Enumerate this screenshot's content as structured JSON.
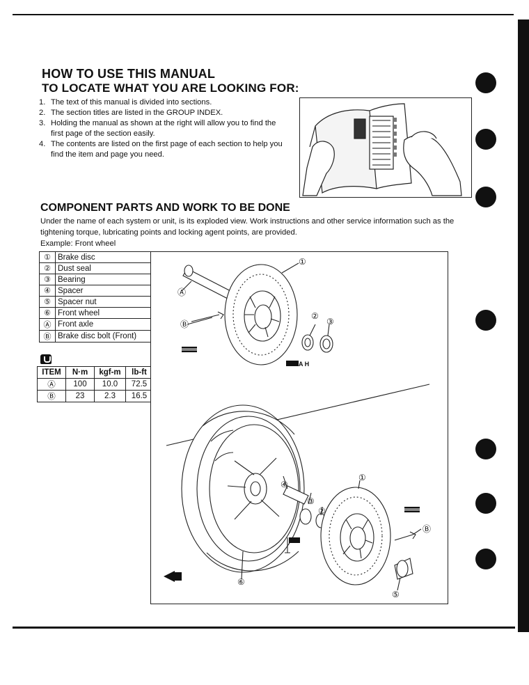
{
  "header": {
    "title": "HOW TO USE THIS MANUAL",
    "subtitle": "TO LOCATE WHAT YOU ARE LOOKING FOR:"
  },
  "steps": [
    {
      "num": "1.",
      "text": "The text of this manual is divided into sections."
    },
    {
      "num": "2.",
      "text": "The section titles are listed in the GROUP INDEX."
    },
    {
      "num": "3.",
      "text": "Holding the manual as shown at the right will allow you to find the first page of the section easily."
    },
    {
      "num": "4.",
      "text": "The contents are listed on the first page of each section to help you find the item and page you need."
    }
  ],
  "component_section": {
    "title": "COMPONENT PARTS AND WORK TO BE DONE",
    "intro": "Under the name of each system or unit, is its exploded view. Work instructions and other service information such as the tightening torque, lubricating points and locking agent points, are provided.",
    "example": "Example: Front wheel"
  },
  "legend": [
    {
      "sym": "①",
      "label": "Brake disc"
    },
    {
      "sym": "②",
      "label": "Dust seal"
    },
    {
      "sym": "③",
      "label": "Bearing"
    },
    {
      "sym": "④",
      "label": "Spacer"
    },
    {
      "sym": "⑤",
      "label": "Spacer nut"
    },
    {
      "sym": "⑥",
      "label": "Front wheel"
    },
    {
      "sym": "Ⓐ",
      "label": "Front axle"
    },
    {
      "sym": "Ⓑ",
      "label": "Brake disc bolt (Front)"
    }
  ],
  "torque_table": {
    "headers": [
      "ITEM",
      "N·m",
      "kgf-m",
      "lb-ft"
    ],
    "rows": [
      [
        "Ⓐ",
        "100",
        "10.0",
        "72.5"
      ],
      [
        "Ⓑ",
        "23",
        "2.3",
        "16.5"
      ]
    ]
  },
  "diagram_labels": {
    "disc_top": "①",
    "seal_top": "②",
    "bearing_top": "③",
    "axle_top": "Ⓐ",
    "bolt_top": "Ⓑ",
    "disc_bottom": "①",
    "spacer": "④",
    "bearing_bottom": "③",
    "seal_bottom": "②",
    "bolt_bottom": "Ⓑ",
    "spacer_nut": "⑤",
    "wheel": "⑥",
    "grease_tag": "A H"
  }
}
